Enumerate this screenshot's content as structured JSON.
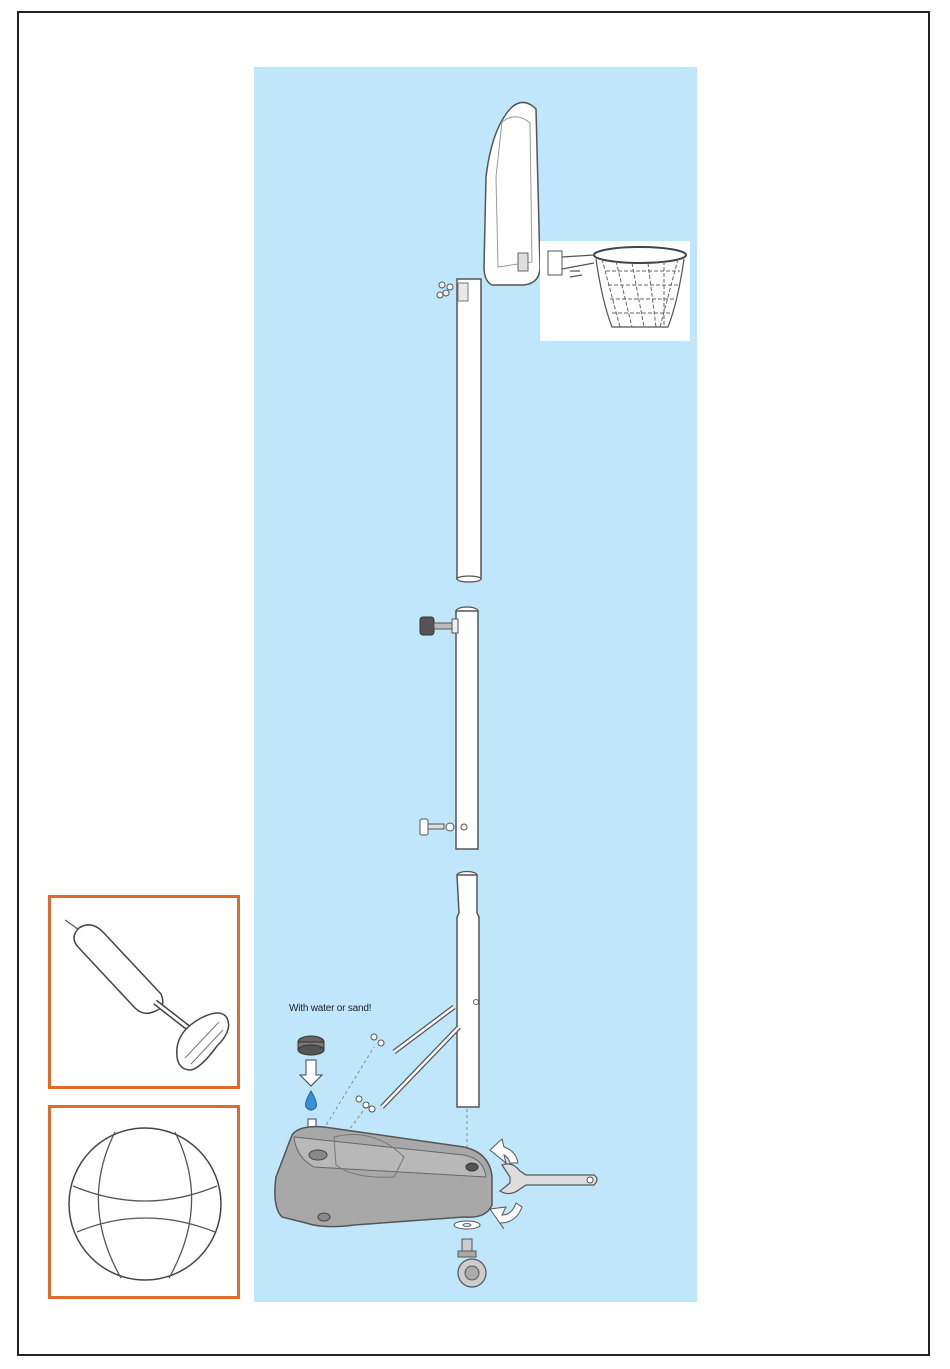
{
  "diagram": {
    "fill_note": "With water or sand!",
    "colors": {
      "background_panel": "#bfe6fb",
      "frame": "#222222",
      "accessory_border": "#e06a2c",
      "part_fill": "#ffffff",
      "base_fill": "#a8a8a8",
      "arrow_fill": "#ffffff"
    },
    "parts": [
      "backboard",
      "rim-with-net",
      "upper-pole",
      "middle-pole",
      "lower-pole",
      "support-struts",
      "adjustment-knob",
      "bolt",
      "base",
      "fill-cap",
      "wheel",
      "wrench",
      "pump",
      "basketball"
    ]
  }
}
